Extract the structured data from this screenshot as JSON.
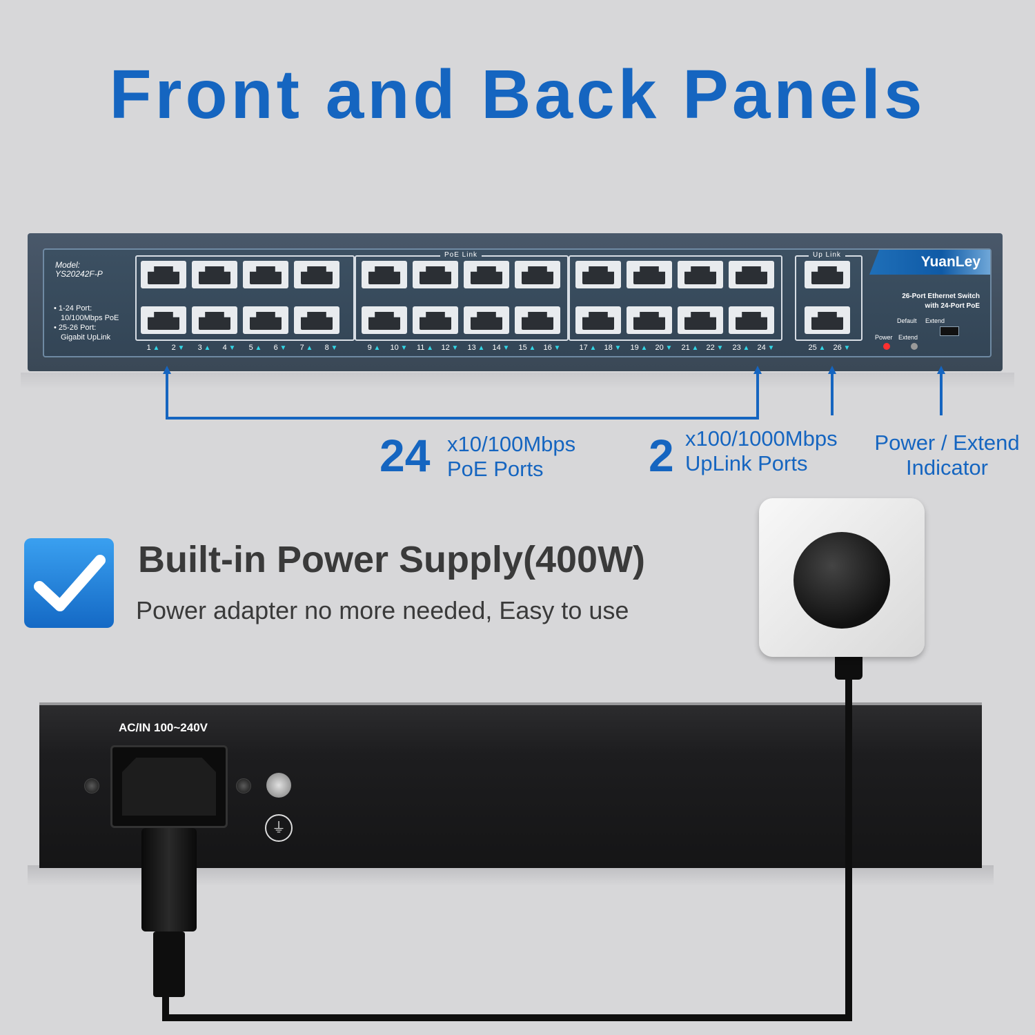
{
  "title": "Front and Back Panels",
  "front_panel": {
    "model_label": "Model:",
    "model": "YS20242F-P",
    "spec_line1": "• 1-24 Port:",
    "spec_line2": "10/100Mbps PoE",
    "spec_line3": "• 25-26 Port:",
    "spec_line4": "Gigabit UpLink",
    "poe_link_label": "PoE Link",
    "uplink_label": "Up Link",
    "brand": "YuanLey",
    "desc_line1": "26-Port Ethernet Switch",
    "desc_line2": "with 24-Port PoE",
    "dip_default": "Default",
    "dip_extend": "Extend",
    "led_power": "Power",
    "led_extend": "Extend",
    "port_numbers": [
      "1",
      "2",
      "3",
      "4",
      "5",
      "6",
      "7",
      "8",
      "9",
      "10",
      "11",
      "12",
      "13",
      "14",
      "15",
      "16",
      "17",
      "18",
      "19",
      "20",
      "21",
      "22",
      "23",
      "24",
      "25",
      "26"
    ],
    "colors": {
      "led_power": "#ff3030",
      "led_extend": "#9a9a9a",
      "accent": "#1565c0"
    }
  },
  "annotations": {
    "poe_count": "24",
    "poe_line1": "x10/100Mbps",
    "poe_line2": "PoE Ports",
    "uplink_count": "2",
    "uplink_line1": "x100/1000Mbps",
    "uplink_line2": "UpLink Ports",
    "indicator_line1": "Power / Extend",
    "indicator_line2": "Indicator"
  },
  "feature": {
    "icon": "checkmark-icon",
    "heading": "Built-in Power Supply(400W)",
    "subtext": "Power adapter no more needed, Easy to use"
  },
  "back_panel": {
    "ac_label": "AC/IN 100~240V",
    "ground_icon": "ground-icon",
    "ground_symbol": "⏚"
  }
}
